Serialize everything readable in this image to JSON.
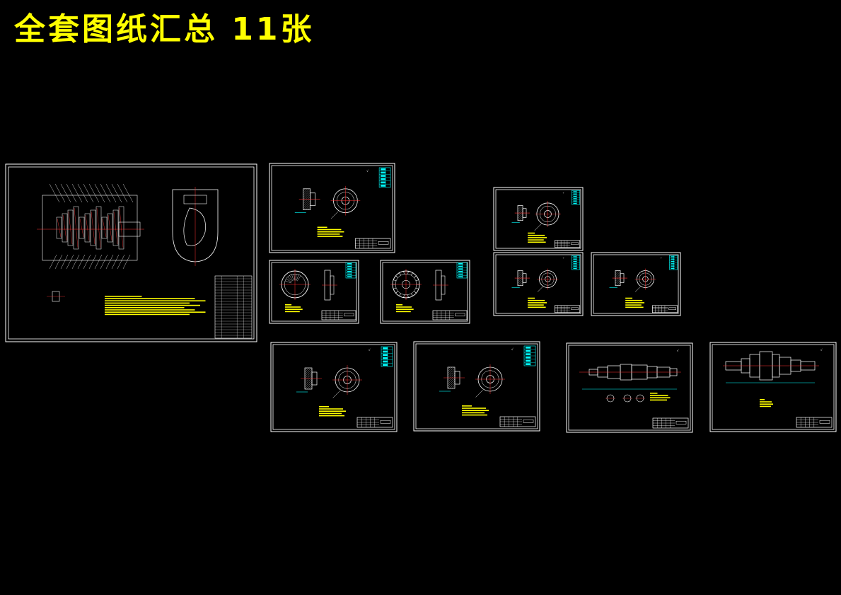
{
  "title": "全套图纸汇总  11张",
  "colors": {
    "background": "#000000",
    "title": "#FFFF00",
    "sheet_border": "#FFFFFF",
    "geometry": "#FFFFFF",
    "centerline": "#FF3333",
    "dimension": "#00FFFF",
    "notes_block": "#FFFF00",
    "title_block_fill": "#00FFFF"
  },
  "sheets": [
    {
      "id": 1,
      "kind": "assembly"
    },
    {
      "id": 2,
      "kind": "gear-part"
    },
    {
      "id": 3,
      "kind": "ring-part"
    },
    {
      "id": 4,
      "kind": "ring-part-2"
    },
    {
      "id": 5,
      "kind": "gear-part-large"
    },
    {
      "id": 6,
      "kind": "gear-part"
    },
    {
      "id": 7,
      "kind": "gear-part"
    },
    {
      "id": 8,
      "kind": "gear-part"
    },
    {
      "id": 9,
      "kind": "gear-part"
    },
    {
      "id": 10,
      "kind": "shaft-part"
    },
    {
      "id": 11,
      "kind": "shaft-part-2"
    }
  ]
}
